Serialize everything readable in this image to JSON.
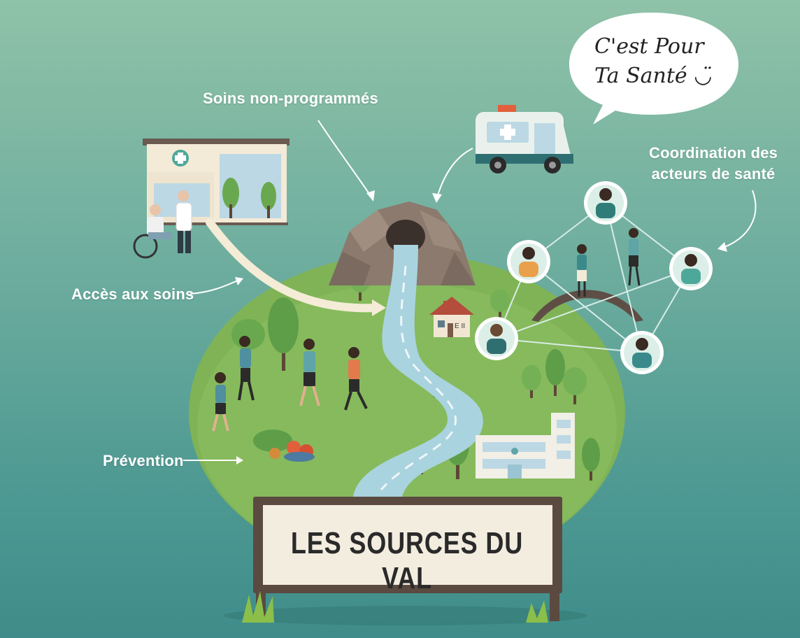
{
  "labels": {
    "soins_non_programmes": "Soins non-programmés",
    "coordination_line1": "Coordination des",
    "coordination_line2": "acteurs de santé",
    "acces_aux_soins": "Accès aux soins",
    "prevention": "Prévention"
  },
  "speech_bubble": {
    "line1": "C'est Pour",
    "line2": "Ta Santé ◡̈"
  },
  "sign": {
    "title": "LES SOURCES DU VAL"
  },
  "house_sign": "E II",
  "colors": {
    "grass": "#7fb356",
    "water": "#a9d3de",
    "rock": "#8b7a6d",
    "sign_frame": "#5a4a40",
    "sign_panel": "#f3ede0"
  },
  "icons": [
    "cross-icon",
    "smile-icon"
  ]
}
